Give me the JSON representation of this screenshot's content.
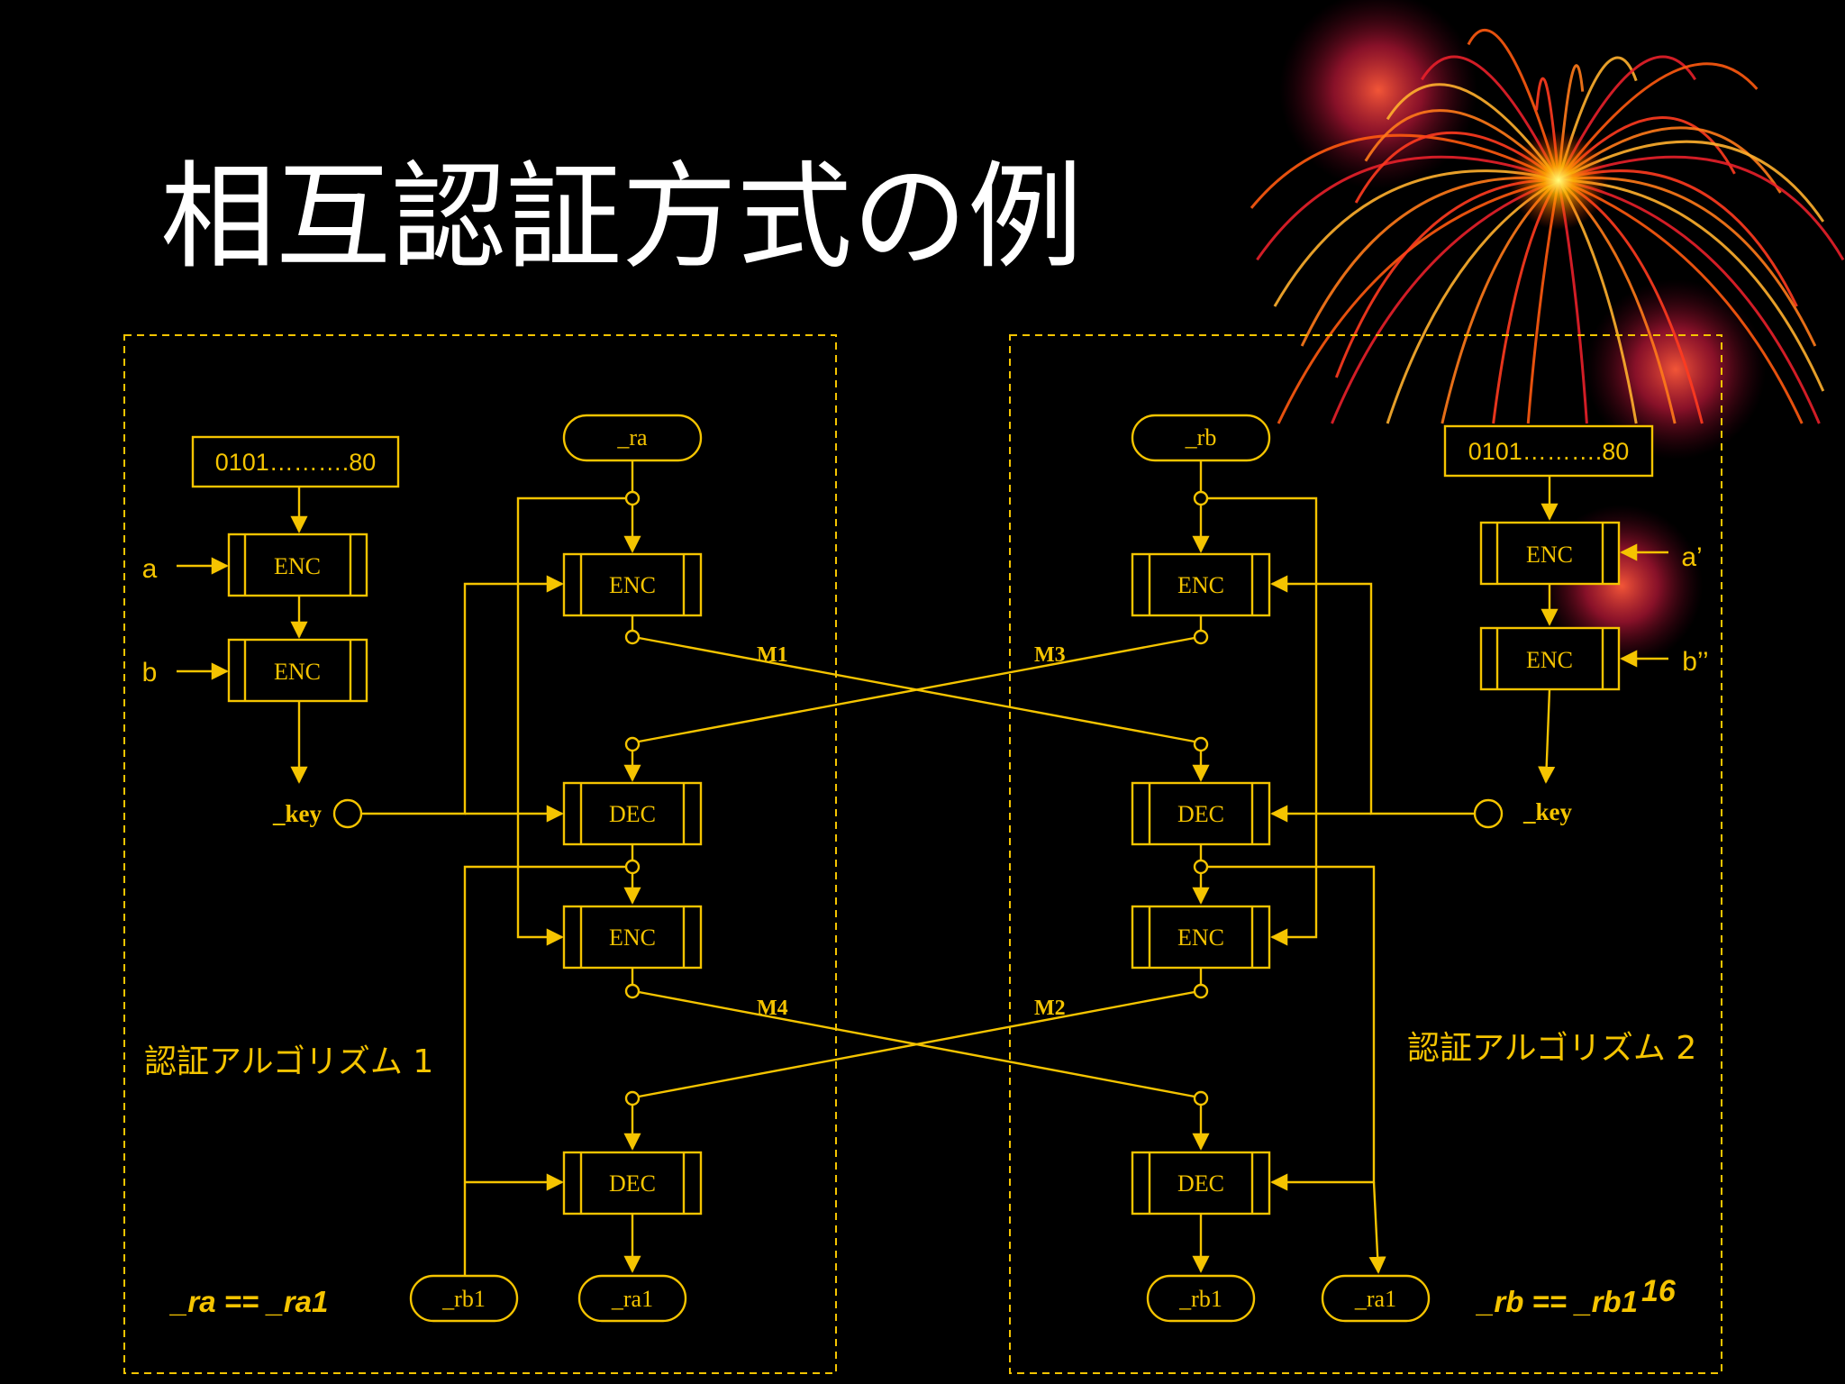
{
  "slide": {
    "title": "相互認証方式の例",
    "page_number": "16"
  },
  "colors": {
    "background": "#000000",
    "diagram": "#f5c400",
    "title": "#ffffff"
  },
  "decoration": {
    "icon": "firework-icon"
  },
  "left": {
    "algorithm_label": "認証アルゴリズム 1",
    "seed": "0101……….80",
    "input_a": "a",
    "input_b": "b",
    "enc_a": "ENC",
    "enc_b": "ENC",
    "key": "_key",
    "nonce_top": "_ra",
    "enc1": "ENC",
    "dec1": "DEC",
    "enc2": "ENC",
    "dec2": "DEC",
    "out_rb1": "_rb1",
    "out_ra1": "_ra1",
    "check": "_ra == _ra1"
  },
  "right": {
    "algorithm_label": "認証アルゴリズム 2",
    "seed": "0101……….80",
    "input_a": "a’",
    "input_b": "b’’",
    "enc_a": "ENC",
    "enc_b": "ENC",
    "key": "_key",
    "nonce_top": "_rb",
    "enc1": "ENC",
    "dec1": "DEC",
    "enc2": "ENC",
    "dec2": "DEC",
    "out_rb1": "_rb1",
    "out_ra1": "_ra1",
    "check": "_rb == _rb1"
  },
  "messages": {
    "m1": "M1",
    "m2": "M2",
    "m3": "M3",
    "m4": "M4"
  }
}
